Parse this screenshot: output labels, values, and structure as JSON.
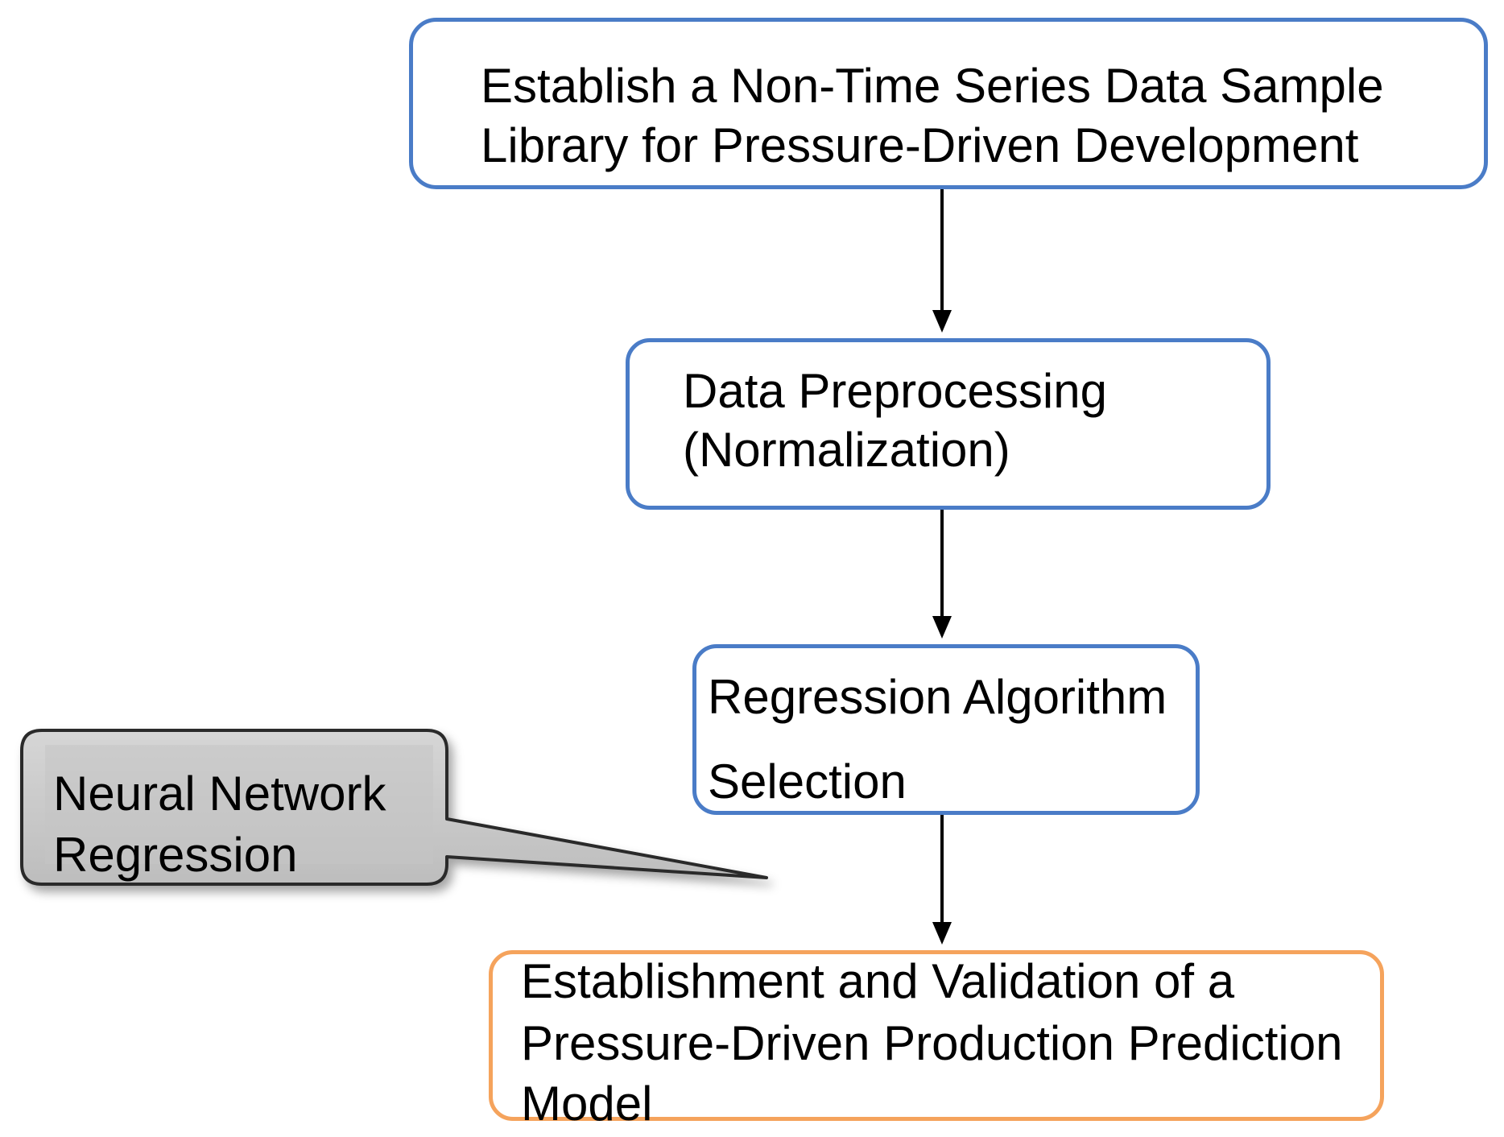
{
  "diagram": {
    "nodes": [
      {
        "id": "establish-library",
        "lines": [
          "Establish a Non-Time Series Data Sample",
          "Library for Pressure-Driven Development"
        ],
        "border_color": "#4a7cc7"
      },
      {
        "id": "data-preprocessing",
        "lines": [
          "Data Preprocessing",
          "(Normalization)"
        ],
        "border_color": "#4a7cc7"
      },
      {
        "id": "regression-selection",
        "lines": [
          "Regression Algorithm",
          "Selection"
        ],
        "border_color": "#4a7cc7"
      },
      {
        "id": "model-validation",
        "lines": [
          "Establishment and Validation of a",
          "Pressure-Driven Production Prediction",
          "Model"
        ],
        "border_color": "#f5a35c"
      }
    ],
    "edges": [
      {
        "from": "establish-library",
        "to": "data-preprocessing"
      },
      {
        "from": "data-preprocessing",
        "to": "regression-selection"
      },
      {
        "from": "regression-selection",
        "to": "model-validation"
      }
    ],
    "callout": {
      "lines": [
        "Neural Network",
        "Regression"
      ],
      "points_to": "regression-selection",
      "fill_color": "#c8c8c8",
      "border_color": "#2a2a2a"
    },
    "arrow_color": "#000000"
  }
}
